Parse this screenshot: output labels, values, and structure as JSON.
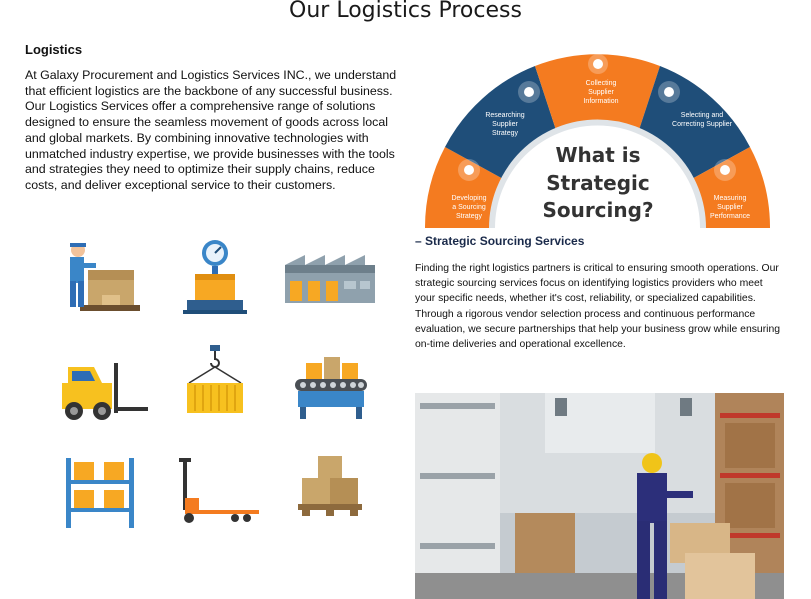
{
  "page": {
    "title": "Our Logistics Process"
  },
  "logistics": {
    "heading": "Logistics",
    "intro": "At Galaxy Procurement and Logistics Services INC., we understand that efficient logistics are the backbone of any successful business. Our Logistics Services offer a comprehensive range of solutions designed to ensure the seamless movement of goods across local and global markets. By combining innovative technologies with unmatched industry expertise, we provide businesses with the tools and strategies they need to optimize their supply chains, reduce costs, and deliver exceptional service to their customers."
  },
  "icons": [
    "worker-with-boxes-icon",
    "scale-icon",
    "warehouse-icon",
    "forklift-icon",
    "crane-container-icon",
    "conveyor-icon",
    "shelving-icon",
    "pallet-jack-icon",
    "stacked-boxes-icon"
  ],
  "diagram": {
    "center_line1": "What is",
    "center_line2": "Strategic",
    "center_line3": "Sourcing?",
    "segments": [
      {
        "label_1": "Developing",
        "label_2": "a Sourcing",
        "label_3": "Strategy",
        "color": "#f47b20"
      },
      {
        "label_1": "Researching",
        "label_2": "Supplier",
        "label_3": "Strategy",
        "color": "#1f4e79"
      },
      {
        "label_1": "Collecting",
        "label_2": "Supplier",
        "label_3": "Information",
        "color": "#f47b20"
      },
      {
        "label_1": "Selecting and",
        "label_2": "Correcting Supplier",
        "label_3": "",
        "color": "#1f4e79"
      },
      {
        "label_1": "Measuring",
        "label_2": "Supplier",
        "label_3": "Performance",
        "color": "#f47b20"
      }
    ]
  },
  "strategic": {
    "heading": "– Strategic Sourcing Services",
    "body": "Finding the right logistics partners is critical to ensuring smooth operations. Our strategic sourcing services focus on identifying logistics providers who meet your specific needs, whether it's cost, reliability, or specialized capabilities. Through a rigorous vendor selection process and continuous performance evaluation, we secure partnerships that help your business grow while ensuring on-time deliveries and operational excellence."
  },
  "colors": {
    "orange": "#f47b20",
    "navy": "#1f4e79",
    "yellow": "#f7c11f",
    "blue": "#3a86c8"
  }
}
